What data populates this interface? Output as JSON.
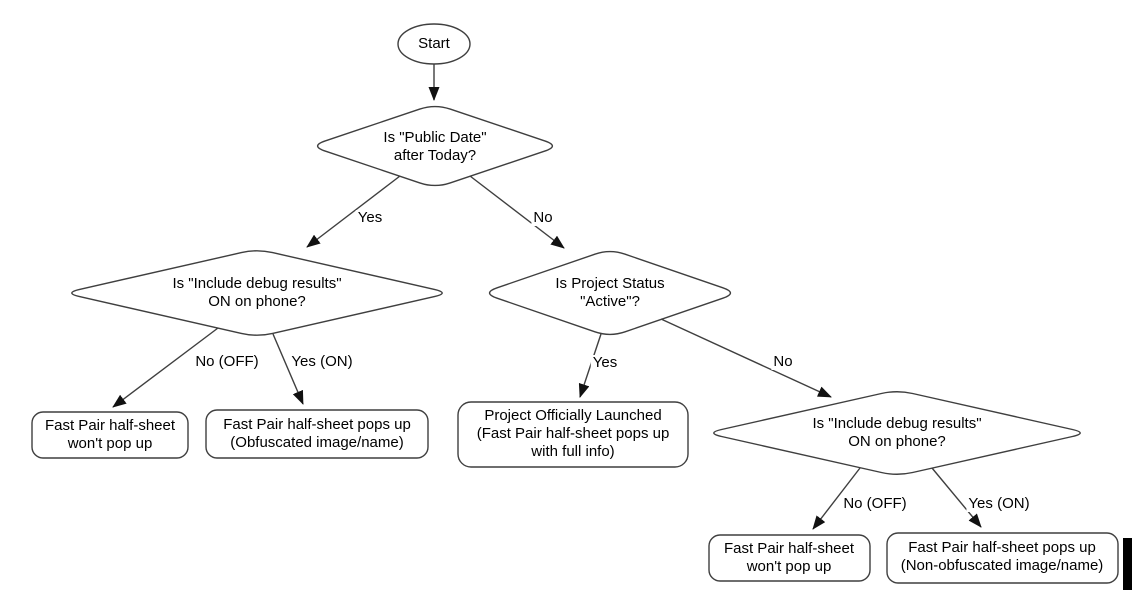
{
  "diagram": {
    "type": "flowchart",
    "colors": {
      "background": "#ffffff",
      "shape_fill": "#ffffff",
      "shape_stroke": "#3f3f3f",
      "text": "#000000",
      "arrowhead": "#111111",
      "cursor_bar": "#000000"
    },
    "nodes": {
      "start": {
        "shape": "oval",
        "label": "Start"
      },
      "public_date": {
        "shape": "diamond",
        "label": "Is \"Public Date\"\nafter Today?"
      },
      "debug_left": {
        "shape": "diamond",
        "label": "Is \"Include debug results\"\nON on phone?"
      },
      "project_status": {
        "shape": "diamond",
        "label": "Is Project Status\n\"Active\"?"
      },
      "debug_right": {
        "shape": "diamond",
        "label": "Is \"Include debug results\"\nON on phone?"
      },
      "no_popup_left": {
        "shape": "rounded-rect",
        "label": "Fast Pair half-sheet\nwon't pop up"
      },
      "obfuscated": {
        "shape": "rounded-rect",
        "label": "Fast Pair half-sheet pops up\n(Obfuscated image/name)"
      },
      "launched": {
        "shape": "rounded-rect",
        "label": "Project Officially Launched\n(Fast Pair half-sheet pops up\nwith full info)"
      },
      "no_popup_right": {
        "shape": "rounded-rect",
        "label": "Fast Pair half-sheet\nwon't pop up"
      },
      "non_obfuscated": {
        "shape": "rounded-rect",
        "label": "Fast Pair half-sheet pops up\n(Non-obfuscated image/name)"
      }
    },
    "edges": {
      "public_date_yes": {
        "label": "Yes"
      },
      "public_date_no": {
        "label": "No"
      },
      "debug_left_no": {
        "label": "No (OFF)"
      },
      "debug_left_yes": {
        "label": "Yes (ON)"
      },
      "project_status_yes": {
        "label": "Yes"
      },
      "project_status_no": {
        "label": "No"
      },
      "debug_right_no": {
        "label": "No (OFF)"
      },
      "debug_right_yes": {
        "label": "Yes (ON)"
      }
    }
  }
}
